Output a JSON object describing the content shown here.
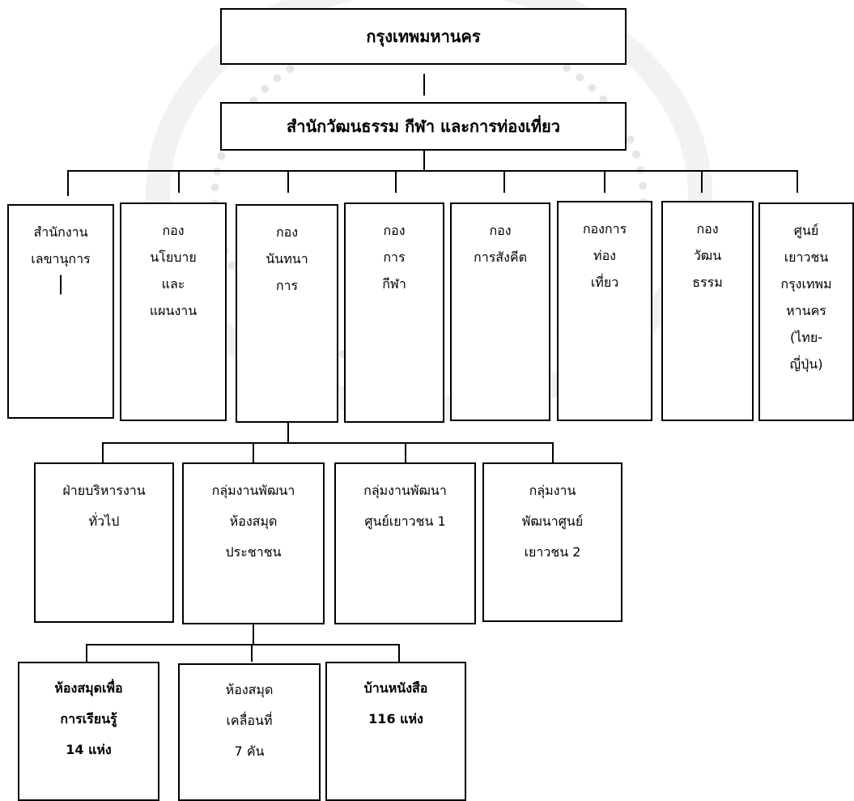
{
  "root": {
    "label": "กรุงเทพมหานคร"
  },
  "office": {
    "label": "สำนักวัฒนธรรม กีฬา และการท่องเที่ยว"
  },
  "departments": [
    {
      "lines": [
        "สำนักงาน",
        "เลขานุการ",
        "|"
      ]
    },
    {
      "lines": [
        "กอง",
        "นโยบาย",
        "และ",
        "แผนงาน"
      ]
    },
    {
      "lines": [
        "กอง",
        "นันทนา",
        "การ"
      ]
    },
    {
      "lines": [
        "กอง",
        "การ",
        "กีฬา"
      ]
    },
    {
      "lines": [
        "กอง",
        "การสังคีต"
      ]
    },
    {
      "lines": [
        "กองการ",
        "ท่อง",
        "เที่ยว"
      ]
    },
    {
      "lines": [
        "กอง",
        "วัฒน",
        "ธรรม"
      ]
    },
    {
      "lines": [
        "ศูนย์",
        "เยาวชน",
        "กรุงเทพม",
        "หานคร",
        "(ไทย-",
        "ญี่ปุ่น)"
      ]
    }
  ],
  "sub_units": [
    {
      "lines": [
        "ฝ่ายบริหารงาน",
        "ทั่วไป"
      ]
    },
    {
      "lines": [
        "กลุ่มงานพัฒนา",
        "ห้องสมุด",
        "ประชาชน"
      ]
    },
    {
      "lines": [
        "กลุ่มงานพัฒนา",
        "ศูนย์เยาวชน 1"
      ]
    },
    {
      "lines": [
        "กลุ่มงาน",
        "พัฒนาศูนย์",
        "เยาวชน 2"
      ]
    }
  ],
  "libraries": [
    {
      "lines": [
        "ห้องสมุดเพื่อ",
        "การเรียนรู้",
        "14 แห่ง"
      ]
    },
    {
      "lines": [
        "ห้องสมุด",
        "เคลื่อนที่",
        "7 คัน"
      ]
    },
    {
      "lines": [
        "บ้านหนังสือ",
        "116 แห่ง"
      ]
    }
  ]
}
